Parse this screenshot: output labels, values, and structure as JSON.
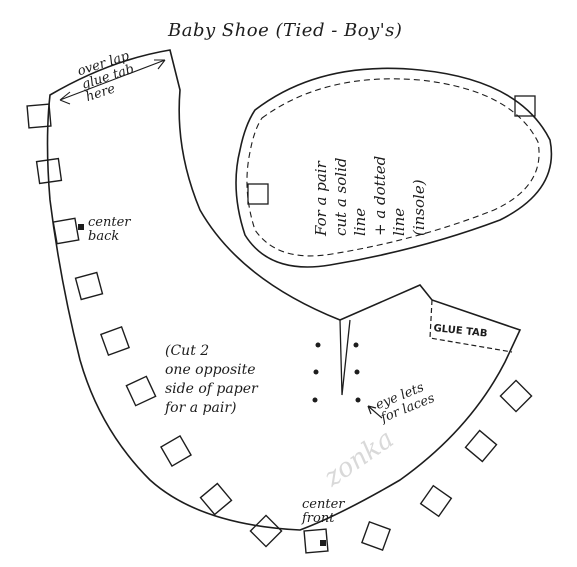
{
  "title": "Baby Shoe (Tied - Boy's)",
  "labels": {
    "overlap": "over lap\nglue tab\nhere",
    "center_back": "center\nback",
    "cut_note": "(Cut 2\none opposite\nside of paper\nfor a pair)",
    "eyelets": "eye lets\nfor laces",
    "center_front": "center\nfront",
    "glue_tab": "GLUE TAB",
    "sole": "For a pair\ncut a solid\nline\n+ a dotted\nline\n(insole)"
  },
  "watermark": "zonka"
}
